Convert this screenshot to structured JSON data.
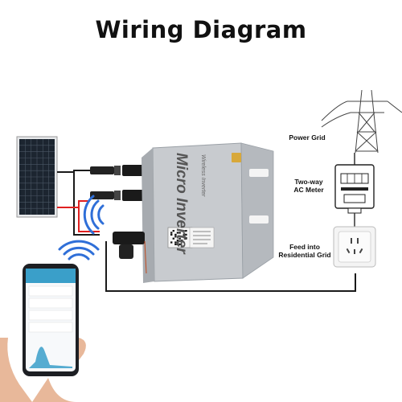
{
  "title": "Wiring Diagram",
  "labels": {
    "power_grid": "Power Grid",
    "ac_meter_line1": "Two-way",
    "ac_meter_line2": "AC Meter",
    "feed_line1": "Feed into",
    "feed_line2": "Residential Grid"
  },
  "inverter": {
    "name": "Micro Inverter",
    "subtitle": "Wireless Inverter"
  },
  "colors": {
    "wire_black": "#1a1a1a",
    "wire_red": "#e02020",
    "wifi_blue": "#2f6fd8",
    "inverter_body": "#c8cbcf",
    "solar_cell": "#1c2530",
    "phone_screen": "#3a9fc9"
  },
  "icons": [
    "solar-panel-icon",
    "micro-inverter-icon",
    "power-tower-icon",
    "ac-meter-icon",
    "wall-socket-icon",
    "wifi-icon",
    "smartphone-icon"
  ]
}
